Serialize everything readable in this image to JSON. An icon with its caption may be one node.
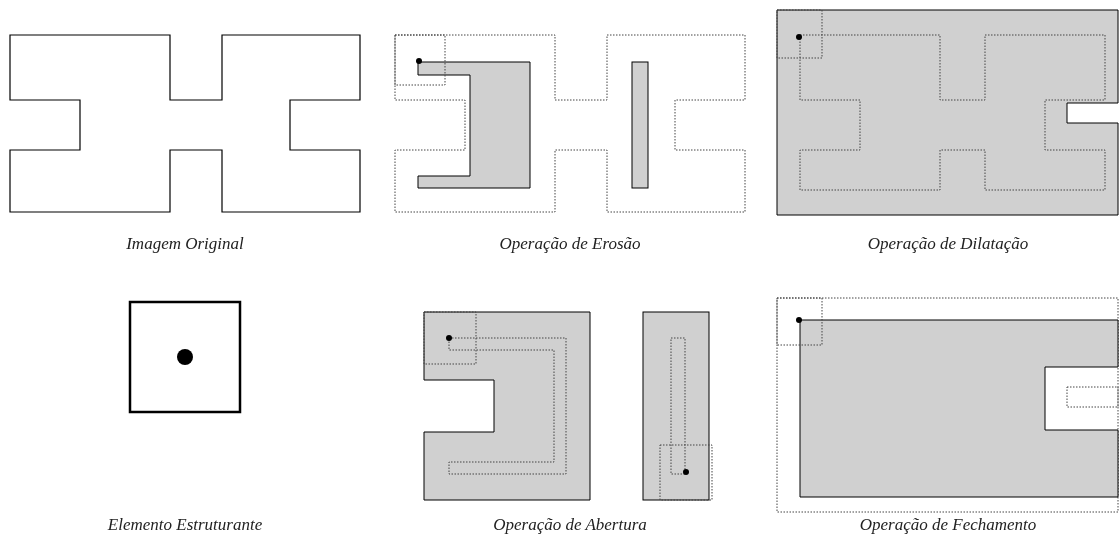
{
  "diagram": {
    "labels": [
      "Imagem Original",
      "Operação de Erosão",
      "Operação de Dilatação",
      "Elemento Estruturante",
      "Operação de Abertura",
      "Operação de Fechamento"
    ]
  }
}
